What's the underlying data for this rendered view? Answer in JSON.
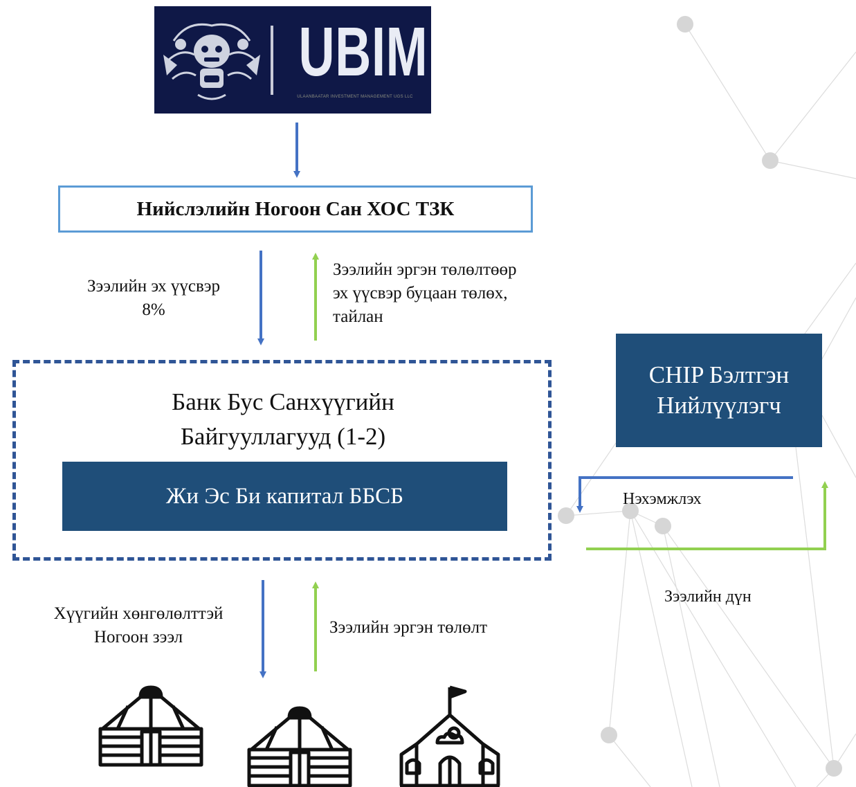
{
  "logo": {
    "text": "UBIM",
    "subtitle": "ULAANBAATAR INVESTMENT MANAGEMENT UGS LLC"
  },
  "fund": {
    "name": "Нийслэлийн Ногоон Сан ХОС ТЗК"
  },
  "flows": {
    "principal_source": [
      "Зээлийн эх үүсвэр",
      "8%"
    ],
    "repayment_to_fund": [
      "Зээлийн эргэн төлөлтөөр",
      "эх үүсвэр буцаан төлөх,",
      "тайлан"
    ],
    "green_loan": [
      "Хүүгийн хөнгөлөлттэй",
      "Ногоон зээл"
    ],
    "loan_repayment": "Зээлийн эргэн төлөлт",
    "invoice": "Нэхэмжлэх",
    "loan_amount": "Зээлийн дүн"
  },
  "nbfi": {
    "title": [
      "Банк Бус Санхүүгийн",
      "Байгууллагууд (1-2)"
    ],
    "member": "Жи Эс Би капитал ББСБ"
  },
  "supplier": {
    "name": [
      "CHIP Бэлтгэн",
      "Нийлүүлэгч"
    ]
  },
  "beneficiaries": [
    "ger-icon",
    "ger-icon",
    "school-icon"
  ],
  "colors": {
    "flow_down": "#4472c4",
    "flow_up": "#92d050",
    "box_fill": "#1f4e79",
    "fund_border": "#5b9bd5",
    "nbfi_border": "#2f5596",
    "logo_bg": "#0f1847"
  }
}
